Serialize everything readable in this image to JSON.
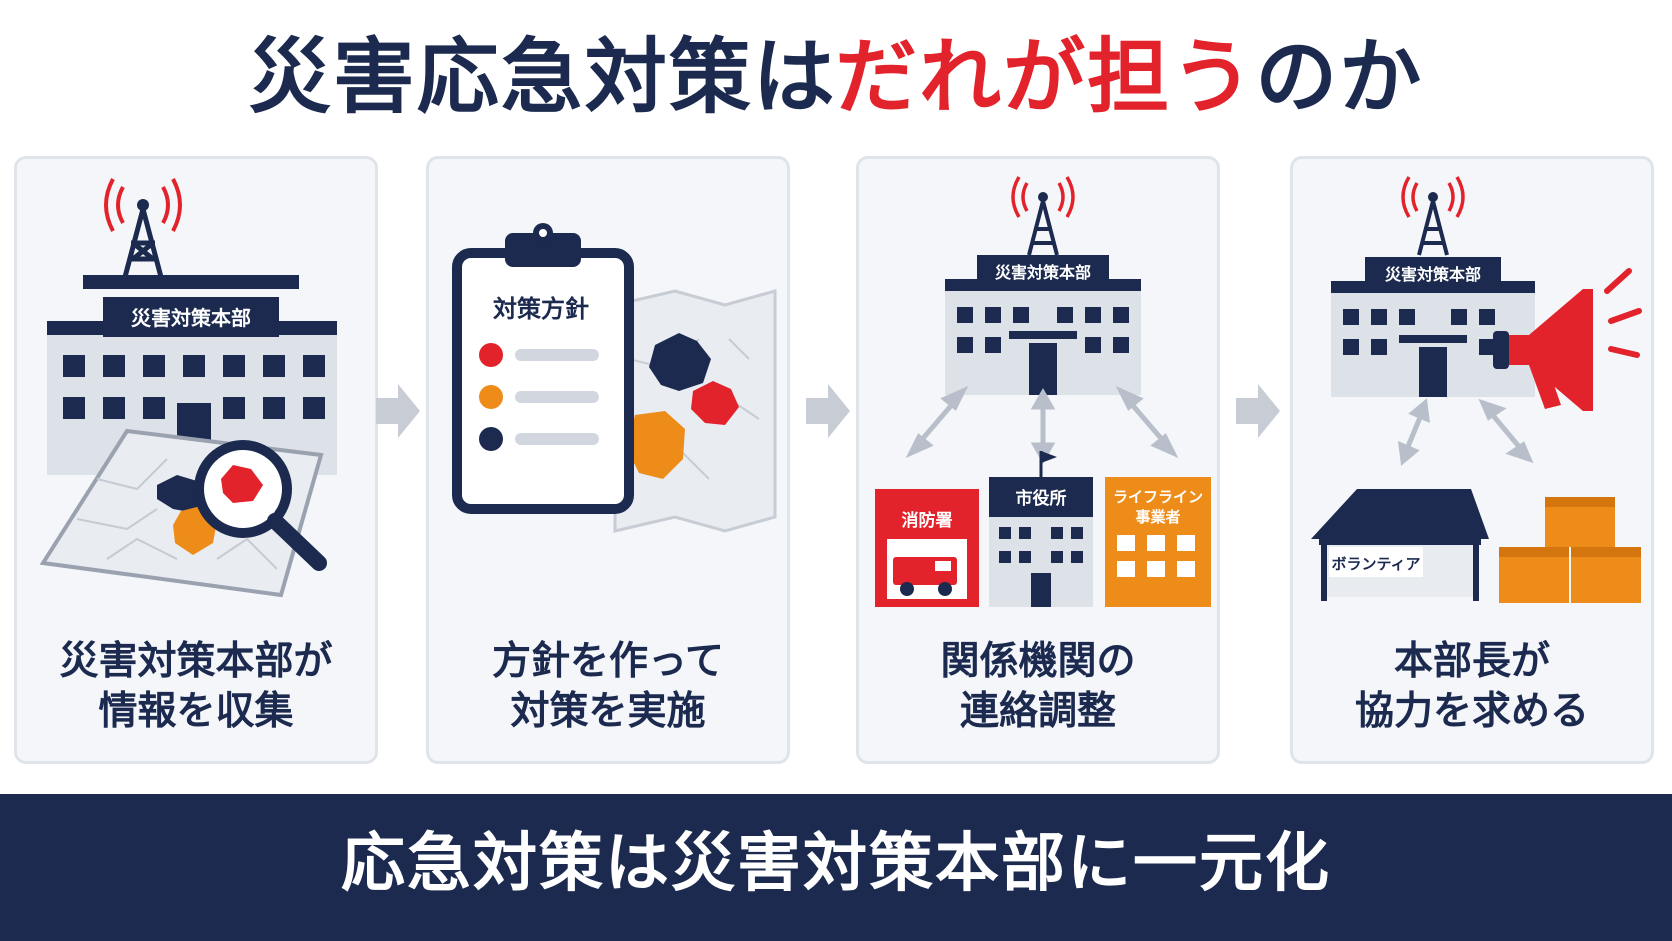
{
  "title": {
    "prefix": "災害応急対策は",
    "highlight": "だれが担う",
    "suffix": "のか"
  },
  "colors": {
    "navy": "#1b2a4e",
    "red": "#e3232b",
    "orange": "#ee8c1a",
    "gray": "#c7ccd5",
    "panel_bg": "#f4f6fa"
  },
  "panels": [
    {
      "building_sign": "災害対策本部",
      "caption_line1": "災害対策本部が",
      "caption_line2": "情報を収集"
    },
    {
      "clipboard_title": "対策方針",
      "caption_line1": "方針を作って",
      "caption_line2": "対策を実施"
    },
    {
      "building_sign": "災害対策本部",
      "agency_fire": "消防署",
      "agency_city": "市役所",
      "agency_lifeline_line1": "ライフライン",
      "agency_lifeline_line2": "事業者",
      "caption_line1": "関係機関の",
      "caption_line2": "連絡調整"
    },
    {
      "building_sign": "災害対策本部",
      "tent_label": "ボランティア",
      "caption_line1": "本部長が",
      "caption_line2": "協力を求める"
    }
  ],
  "icons": [
    "radio-tower-icon",
    "building-icon",
    "map-icon",
    "magnifier-icon",
    "clipboard-icon",
    "fire-station-icon",
    "city-hall-icon",
    "office-building-icon",
    "megaphone-icon",
    "tent-icon",
    "boxes-icon",
    "arrow-right-icon"
  ],
  "footer": "応急対策は災害対策本部に一元化"
}
